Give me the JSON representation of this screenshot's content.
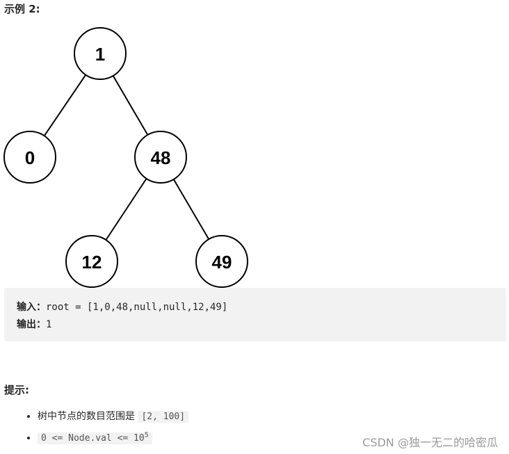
{
  "example": {
    "title": "示例 2:"
  },
  "tree": {
    "nodes": [
      {
        "id": "n1",
        "value": "1"
      },
      {
        "id": "n0",
        "value": "0"
      },
      {
        "id": "n48",
        "value": "48"
      },
      {
        "id": "n12",
        "value": "12"
      },
      {
        "id": "n49",
        "value": "49"
      }
    ],
    "edges": [
      {
        "from": "n1",
        "to": "n0"
      },
      {
        "from": "n1",
        "to": "n48"
      },
      {
        "from": "n48",
        "to": "n12"
      },
      {
        "from": "n48",
        "to": "n49"
      }
    ]
  },
  "io": {
    "input_label": "输入：",
    "input_value": "root = [1,0,48,null,null,12,49]",
    "output_label": "输出：",
    "output_value": "1"
  },
  "hints": {
    "title": "提示:",
    "item1_text": "树中节点的数目范围是",
    "item1_code": "[2, 100]",
    "item2_code": "0 <= Node.val <= 10",
    "item2_sup": "5"
  },
  "watermark": "CSDN @独一无二的哈密瓜"
}
